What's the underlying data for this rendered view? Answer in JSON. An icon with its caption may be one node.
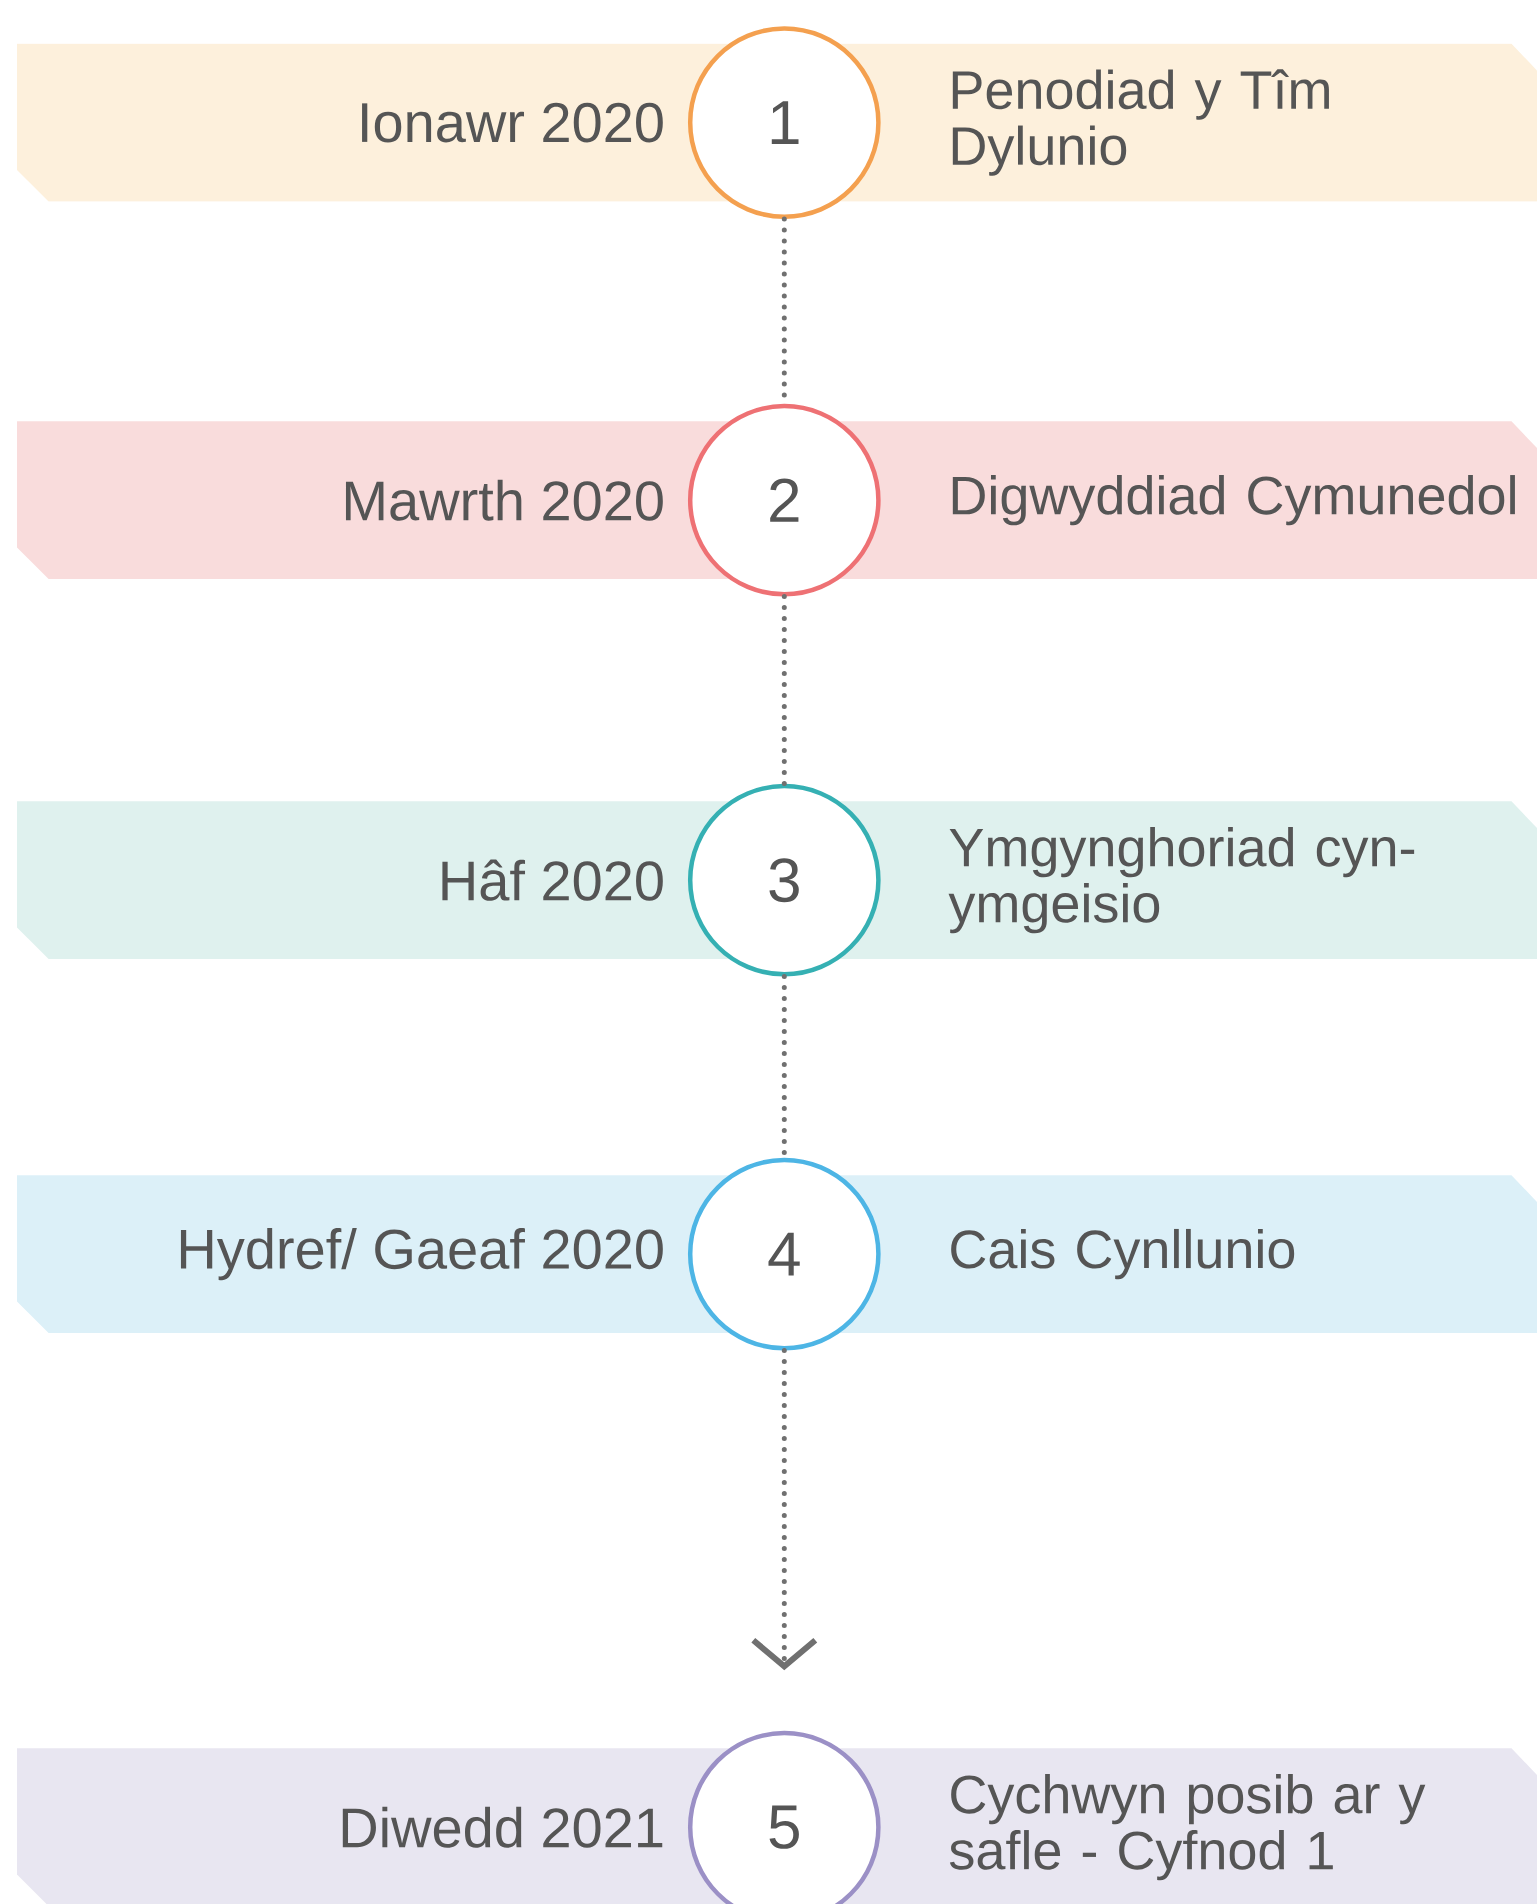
{
  "diagram": {
    "nodes": [
      {
        "text": [
          "Ionawr 2020",
          "Penodiad y Tîm Dylunio"
        ]
      },
      {
        "text": [
          "1"
        ],
        "in": 0
      },
      {
        "text": [
          "Mawrth 2020",
          "Digwyddiad Cymunedol"
        ]
      },
      {
        "text": [
          "2"
        ],
        "in": 2
      },
      {
        "text": [
          "Hâf 2020",
          "Ymgynghoriad cyn-ymgeisio"
        ]
      },
      {
        "text": [
          "3"
        ],
        "in": 4
      },
      {
        "text": [
          "Hydref/ Gaeaf 2020",
          "Cais Cynllunio"
        ]
      },
      {
        "text": [
          "4"
        ],
        "in": 6
      },
      {
        "text": [
          "Diwedd 2021",
          "Cychwyn posib ar y safle - Cyfnod 1"
        ]
      },
      {
        "text": [
          "5"
        ],
        "in": 8
      }
    ],
    "edges": [
      {
        "from": 1,
        "to": 3,
        "arrow": "none"
      },
      {
        "from": 3,
        "to": 5,
        "arrow": "none"
      },
      {
        "from": 5,
        "to": 7,
        "arrow": "none"
      },
      {
        "from": 7,
        "to": 9,
        "arrow": "to"
      }
    ]
  }
}
